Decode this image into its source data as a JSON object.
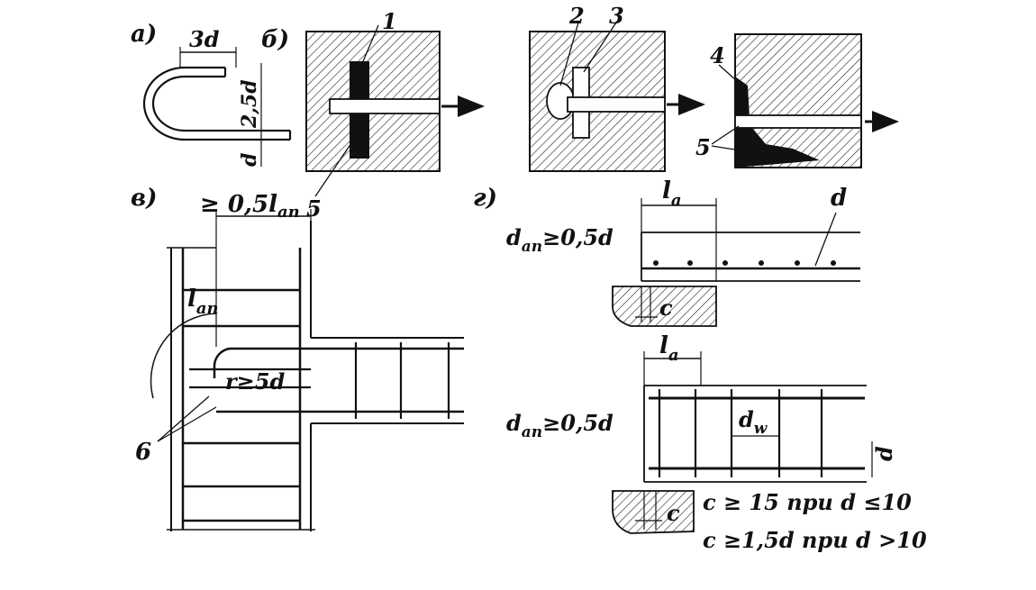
{
  "sections": {
    "a": "а)",
    "b": "б)",
    "v": "в)",
    "g": "г)"
  },
  "panel_a": {
    "dim_top": "3d",
    "dim_side": "2,5d",
    "dim_bottom": "d"
  },
  "panel_b": {
    "callout_1": "1",
    "callout_2": "2",
    "callout_3": "3",
    "callout_4": "4",
    "callout_5a": "5",
    "callout_5b": "5"
  },
  "panel_v": {
    "top_dim": "≥ 0,5l",
    "top_dim_sub": "an",
    "lan": "l",
    "lan_sub": "an",
    "radius": "r≥5d",
    "callout_6": "6"
  },
  "panel_g": {
    "la_top": "l",
    "la_top_sub": "a",
    "d_top": "d",
    "dan_top": "d",
    "dan_top_sub": "an",
    "dan_top_val": "≥0,5d",
    "c_top": "c",
    "la_bot": "l",
    "la_bot_sub": "a",
    "dan_bot": "d",
    "dan_bot_sub": "an",
    "dan_bot_val": "≥0,5d",
    "dw": "d",
    "dw_sub": "w",
    "d_right": "d",
    "c_bot": "c",
    "cond1": "c ≥ 15  при d ≤10",
    "cond2": "c ≥1,5d  при d >10"
  }
}
